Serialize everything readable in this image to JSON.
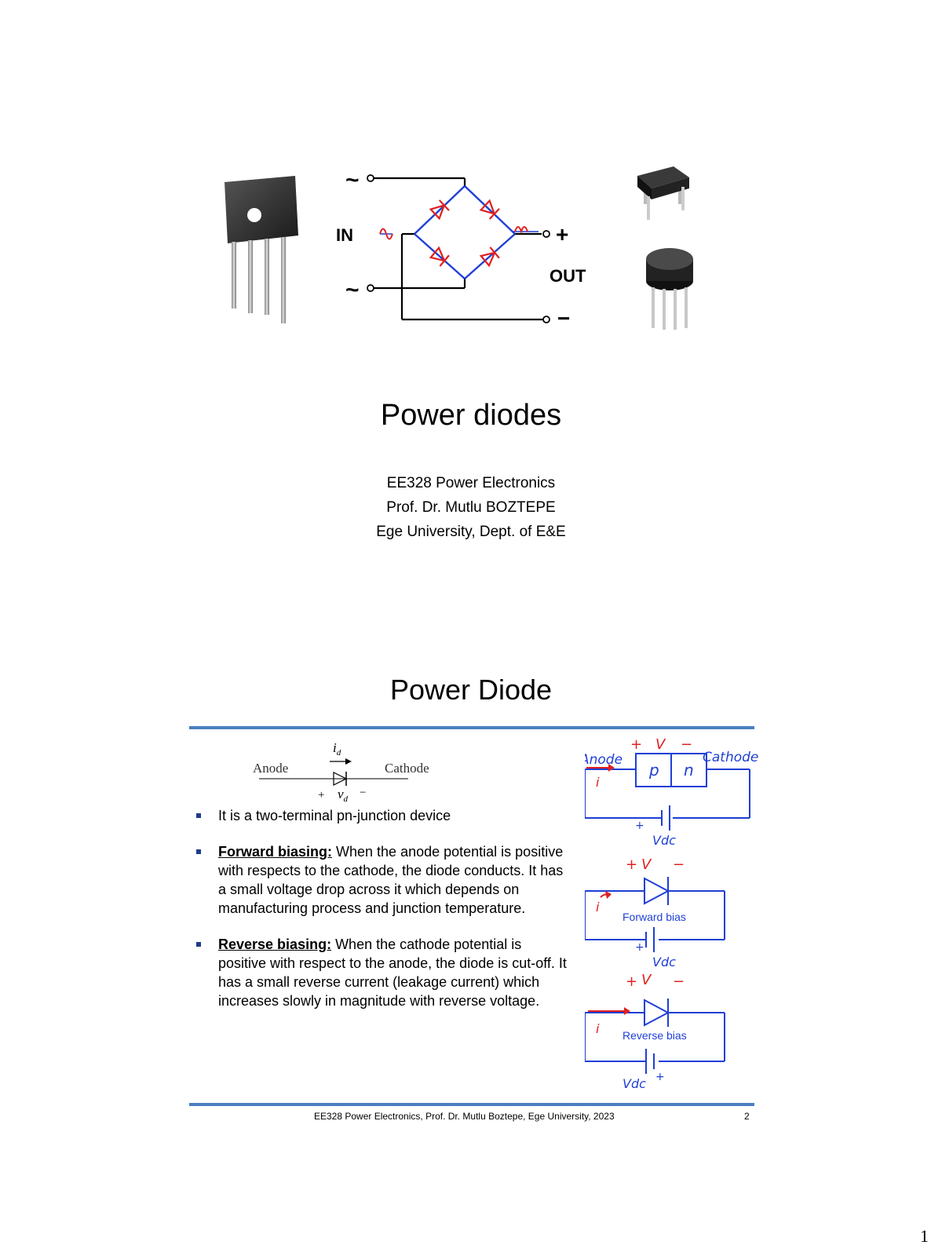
{
  "slide1": {
    "circuit": {
      "in_label": "IN",
      "out_label": "OUT",
      "tilde": "~",
      "plus": "+",
      "minus": "−"
    },
    "title": "Power diodes",
    "course": "EE328 Power Electronics",
    "author": "Prof. Dr. Mutlu BOZTEPE",
    "affiliation": "Ege University, Dept. of E&E"
  },
  "slide2": {
    "title": "Power Diode",
    "symbol": {
      "anode": "Anode",
      "cathode": "Cathode",
      "current": "i",
      "current_sub": "d",
      "voltage": "v",
      "voltage_sub": "d",
      "plus": "+",
      "minus": "−"
    },
    "bullets": [
      {
        "term": "",
        "text": "It is a two-terminal pn-junction device"
      },
      {
        "term": "Forward biasing:",
        "text": " When the anode potential is positive with respects to the cathode, the diode conducts. It has a small voltage drop across it which depends on manufacturing process and junction temperature."
      },
      {
        "term": "Reverse biasing:",
        "text": " When the cathode potential is positive with respect to the anode, the diode is cut-off. It has a small reverse current (leakage current) which increases slowly in magnitude with reverse voltage."
      }
    ],
    "figures": {
      "plus": "+",
      "minus": "−",
      "v": "V",
      "anode": "Anode",
      "cathode": "Cathode",
      "p": "p",
      "n": "n",
      "i": "i",
      "vdc": "Vdc",
      "forward_bias": "Forward bias",
      "reverse_bias": "Reverse bias"
    },
    "footer": "EE328 Power Electronics, Prof. Dr. Mutlu Boztepe, Ege University, 2023",
    "slide_number": "2"
  },
  "page_number": "1",
  "colors": {
    "blue": "#1f3fd6",
    "red": "#e02020",
    "rule": "#4a7fc1"
  }
}
